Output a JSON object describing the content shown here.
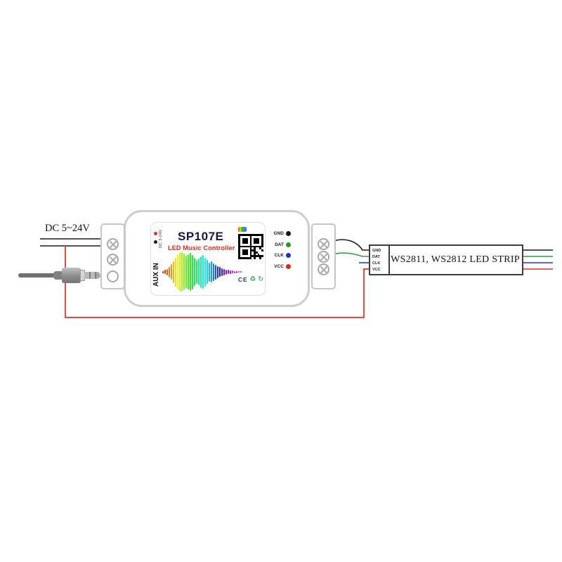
{
  "labels": {
    "dc_input": "DC 5~24V"
  },
  "device": {
    "model": "SP107E",
    "subtitle": "LED Music Controller",
    "port_dc": "DC 5-24V",
    "port_aux": "AUX IN",
    "cert": "CE",
    "pins": [
      {
        "label": "GND",
        "color": "#141414"
      },
      {
        "label": "DAT",
        "color": "#1e9e33"
      },
      {
        "label": "CLK",
        "color": "#1b2fd6"
      },
      {
        "label": "VCC",
        "color": "#e42313"
      }
    ]
  },
  "strip": {
    "title": "WS2811, WS2812 LED STRIP",
    "pads": [
      "GND",
      "DAT",
      "CLK",
      "VCC"
    ]
  },
  "icons": {
    "recycle": "♻",
    "cycle": "↻"
  },
  "waveform": {
    "heights": [
      6,
      10,
      16,
      26,
      40,
      56,
      74,
      90,
      99,
      100,
      93,
      82,
      90,
      97,
      87,
      72,
      60,
      68,
      80,
      86,
      74,
      60,
      48,
      54,
      45,
      37,
      31,
      25,
      20,
      16,
      13,
      11,
      9,
      7,
      6,
      5,
      4,
      4
    ],
    "hue_start": 0,
    "hue_end": 330
  },
  "wires": {
    "black": "#1c1c1c",
    "red": "#ef2c1e",
    "green": "#2aa13a",
    "blue": "#2335e0"
  }
}
